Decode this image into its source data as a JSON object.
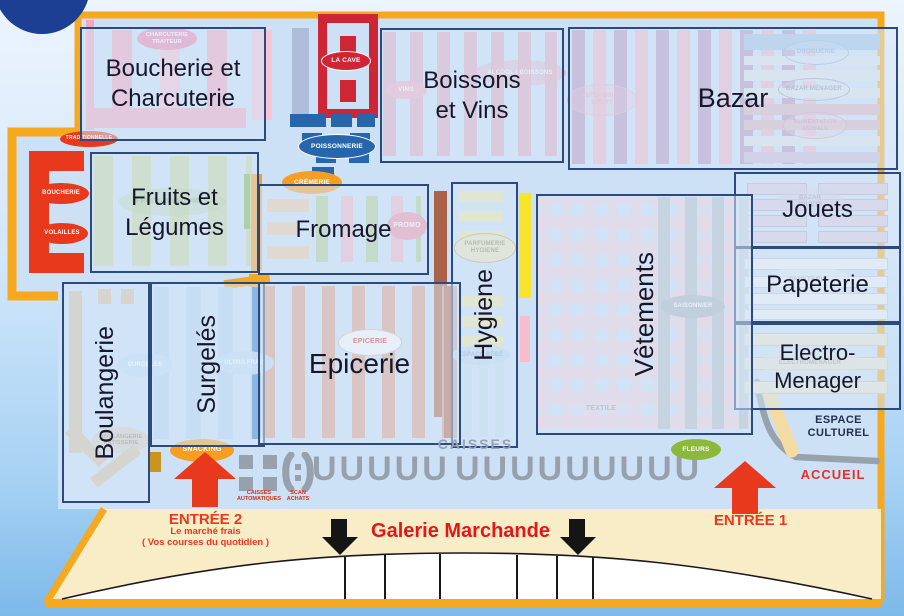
{
  "departments": {
    "boucherie": "Boucherie et\nCharcuterie",
    "boissons": "Boissons\net Vins",
    "bazar": "Bazar",
    "fruits": "Fruits et\nLégumes",
    "fromage": "Fromage",
    "jouets": "Jouets",
    "papeterie": "Papeterie",
    "electro": "Electro-\nMenager",
    "hygiene": "Hygiene",
    "vetements": "Vêtements",
    "boulangerie": "Boulangerie",
    "surgeles": "Surgelés",
    "epicerie": "Epicerie"
  },
  "sublabels": {
    "charcuterie": "CHARCUTERIE\nTRAITEUR",
    "la_cave": "LA CAVE",
    "poissonnerie": "POISSONNERIE",
    "traditionnelle": "TRADITIONNELLE",
    "boucherie": "BOUCHERIE",
    "volailles": "VOLAILLES",
    "vins": "VINS",
    "alcool_boissons": "ALCOOL / BOISSONS",
    "auto_brico": "AUTO- BRICO\nSPORT",
    "droguerie": "DROGUERIE",
    "bazar_menager": "BAZAR MÉNAGER",
    "alim_animale": "ALIMENTATION\nANIMALE",
    "cremerie": "CRÉMERIE",
    "promo": "PROMO",
    "fruits_legumes": "FRUITS & LÉGUMES",
    "parfumerie": "PARFUMERIE\nHYGIENE",
    "espace_bebe": "ESPACE BÉBÉ",
    "saisonnier": "SAISONNIER",
    "textile": "TEXTILE",
    "epicerie": "EPICERIE",
    "surgeles": "SURGELÉS",
    "ultra_frais": "ULTRA FRAIS",
    "boulangerie": "BOULANGERIE\nPÂTISSERIE",
    "snacking": "SNACKING",
    "fleurs": "FLEURS",
    "bazar_jouets": "BAZAR\nJOUETS",
    "papeterie_faint": "PAPETERIE",
    "electromenager": "ELECTROMENAGER"
  },
  "signs": {
    "caisses": "CAISSES",
    "caisses_automatiques": "CAISSES\nAUTOMATIQUES",
    "scan_achats": "SCAN\nACHATS",
    "checkout_u1": "UUUUU",
    "checkout_u2": "UUUUU",
    "checkout_u3": "UUUU",
    "espace_culturel": "ESPACE CULTUREL",
    "accueil": "ACCUEIL",
    "entree1": "ENTRÉE 1",
    "entree2": "ENTRÉE 2",
    "entree2_sub1": "Le marché frais",
    "entree2_sub2": "( Vos courses du quotidien )",
    "galerie": "Galerie Marchande"
  },
  "colors": {
    "boundary_orange": "#F6A81F",
    "entrance_red": "#E8391D",
    "box_border_navy": "#2C4A7C",
    "poissonnerie_blue": "#2766AC",
    "checkout_gray": "#97A1AD",
    "galerie_beige": "#F9EDC8",
    "sign_red": "#E01818",
    "fleurs_green": "#8CB83C",
    "snacking_orange": "#F59E22"
  }
}
